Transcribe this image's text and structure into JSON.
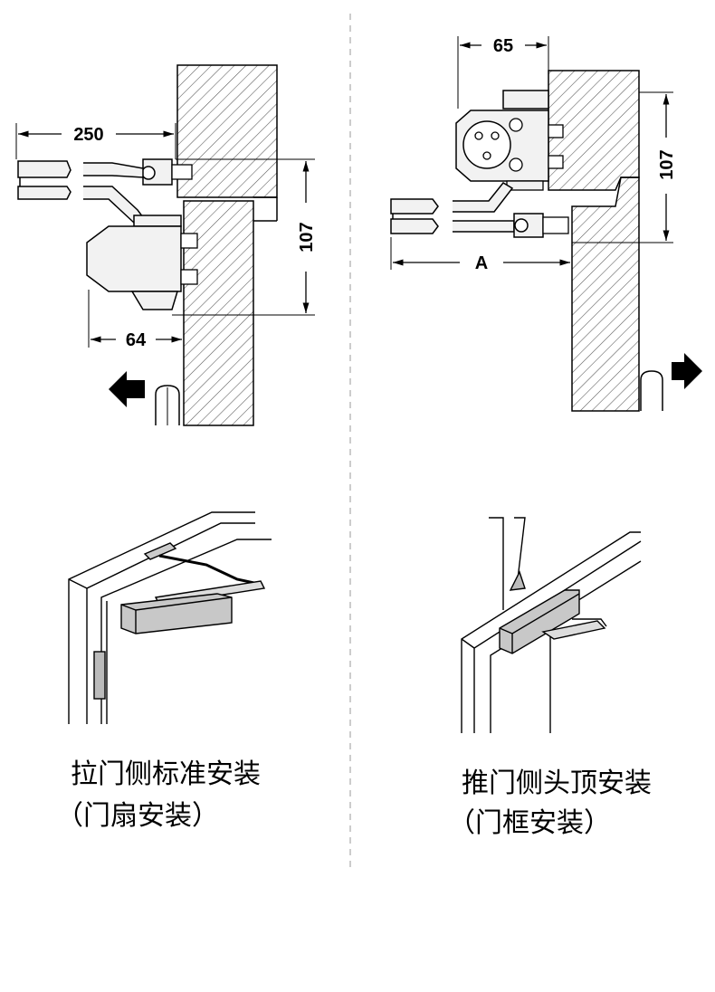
{
  "left": {
    "dims": {
      "width": "250",
      "height": "107",
      "offset": "64"
    },
    "caption_line1": "拉门侧标准安装",
    "caption_line2": "（门扇安装）"
  },
  "right": {
    "dims": {
      "width": "65",
      "height": "107",
      "variable": "A"
    },
    "caption_line1": "推门侧头顶安装",
    "caption_line2": "（门框安装）"
  },
  "colors": {
    "line": "#000000",
    "hatch": "#555555",
    "divider": "#bbbbbb",
    "body_fill": "#f2f2f2",
    "box_fill": "#c8c8c8"
  }
}
